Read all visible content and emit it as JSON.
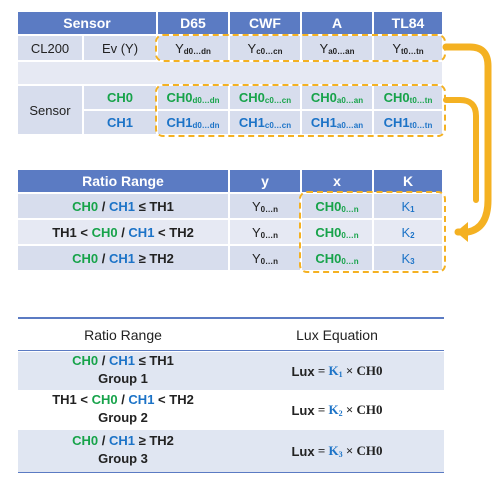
{
  "table1": {
    "headers": [
      "Sensor",
      "D65",
      "CWF",
      "A",
      "TL84"
    ],
    "cl200_row": {
      "label": "CL200",
      "ev": "Ev (Y)",
      "cells": [
        {
          "main": "Y",
          "sub": "d0…dn"
        },
        {
          "main": "Y",
          "sub": "c0…cn"
        },
        {
          "main": "Y",
          "sub": "a0…an"
        },
        {
          "main": "Y",
          "sub": "t0…tn"
        }
      ]
    },
    "sensor_label": "Sensor",
    "ch0_row": {
      "label": "CH0",
      "cells": [
        {
          "main": "CH0",
          "sub": "d0…dn"
        },
        {
          "main": "CH0",
          "sub": "c0…cn"
        },
        {
          "main": "CH0",
          "sub": "a0…an"
        },
        {
          "main": "CH0",
          "sub": "t0…tn"
        }
      ]
    },
    "ch1_row": {
      "label": "CH1",
      "cells": [
        {
          "main": "CH1",
          "sub": "d0…dn"
        },
        {
          "main": "CH1",
          "sub": "c0…cn"
        },
        {
          "main": "CH1",
          "sub": "a0…an"
        },
        {
          "main": "CH1",
          "sub": "t0…tn"
        }
      ]
    }
  },
  "table2": {
    "headers": [
      "Ratio Range",
      "y",
      "x",
      "K"
    ],
    "ch0": "CH0",
    "ch1": "CH1",
    "slash": " / ",
    "rows": [
      {
        "prefix": "",
        "cmp": " ≤ TH1",
        "y_main": "Y",
        "y_sub": "0…n",
        "x_main": "CH0",
        "x_sub": "0…n",
        "k_main": "K",
        "k_sub": "1"
      },
      {
        "prefix": "TH1 < ",
        "cmp": " < TH2",
        "y_main": "Y",
        "y_sub": "0…n",
        "x_main": "CH0",
        "x_sub": "0…n",
        "k_main": "K",
        "k_sub": "2"
      },
      {
        "prefix": "",
        "cmp": " ≥ TH2",
        "y_main": "Y",
        "y_sub": "0…n",
        "x_main": "CH0",
        "x_sub": "0…n",
        "k_main": "K",
        "k_sub": "3"
      }
    ]
  },
  "table3": {
    "headers": [
      "Ratio Range",
      "Lux Equation"
    ],
    "ch0": "CH0",
    "ch1": "CH1",
    "slash": " / ",
    "rows": [
      {
        "prefix": "",
        "cmp": " ≤ TH1",
        "group": "Group 1",
        "lux": "Lux",
        "eq": " = ",
        "k_main": "K",
        "k_sub": "1",
        "times": " × CH0"
      },
      {
        "prefix": "TH1 < ",
        "cmp": " < TH2",
        "group": "Group 2",
        "lux": "Lux",
        "eq": " = ",
        "k_main": "K",
        "k_sub": "2",
        "times": " × CH0"
      },
      {
        "prefix": "",
        "cmp": " ≥ TH2",
        "group": "Group 3",
        "lux": "Lux",
        "eq": " = ",
        "k_main": "K",
        "k_sub": "3",
        "times": " × CH0"
      }
    ]
  },
  "colors": {
    "header_blue": "#5b7bc3",
    "light_row": "#d7dded",
    "green": "#17a34a",
    "blue": "#1c73c7",
    "dashed_gold": "#f4b122"
  }
}
